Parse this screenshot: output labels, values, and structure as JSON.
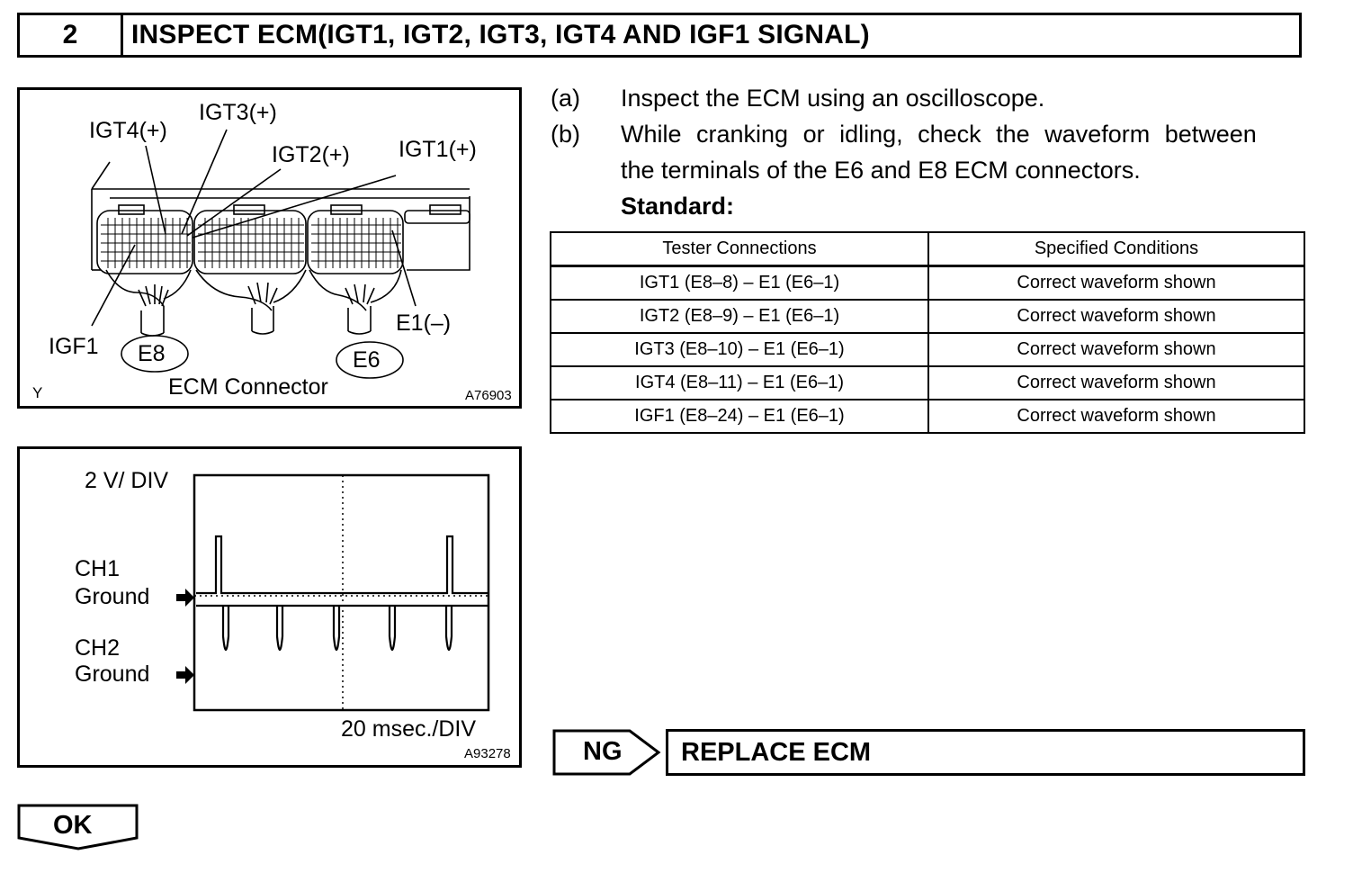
{
  "header": {
    "step_number": "2",
    "title": "INSPECT ECM(IGT1, IGT2, IGT3, IGT4 AND IGF1 SIGNAL)"
  },
  "connector_figure": {
    "labels": {
      "igt4": "IGT4(+)",
      "igt3": "IGT3(+)",
      "igt2": "IGT2(+)",
      "igt1": "IGT1(+)",
      "igf1": "IGF1",
      "e1": "E1(–)",
      "e8": "E8",
      "e6": "E6",
      "y": "Y",
      "caption": "ECM Connector",
      "code": "A76903"
    }
  },
  "waveform_figure": {
    "scale_v": "2 V/ DIV",
    "ch1": "CH1",
    "ch1_ground": "Ground",
    "ch2": "CH2",
    "ch2_ground": "Ground",
    "scale_t": "20 msec./DIV",
    "code": "A93278"
  },
  "instructions": {
    "a_marker": "(a)",
    "a_text": "Inspect the ECM using an oscilloscope.",
    "b_marker": "(b)",
    "b_text_line1": "While cranking or idling, check the waveform between",
    "b_text_line2": "the terminals of the E6 and E8 ECM connectors.",
    "standard_label": "Standard:"
  },
  "spec_table": {
    "headers": [
      "Tester Connections",
      "Specified Conditions"
    ],
    "rows": [
      [
        "IGT1 (E8–8) – E1 (E6–1)",
        "Correct waveform shown"
      ],
      [
        "IGT2 (E8–9) – E1 (E6–1)",
        "Correct waveform shown"
      ],
      [
        "IGT3 (E8–10) – E1 (E6–1)",
        "Correct waveform shown"
      ],
      [
        "IGT4 (E8–11) – E1 (E6–1)",
        "Correct waveform shown"
      ],
      [
        "IGF1 (E8–24) – E1 (E6–1)",
        "Correct waveform shown"
      ]
    ]
  },
  "result_ng": {
    "label": "NG",
    "action": "REPLACE ECM"
  },
  "result_ok": {
    "label": "OK"
  }
}
